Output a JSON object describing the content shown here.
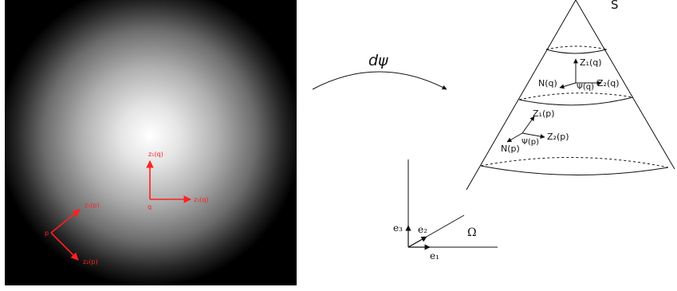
{
  "colors": {
    "frame_background": "#000000",
    "glow_center": "#ffffff",
    "frame_vectors": "#ff2020",
    "ink": "#111111"
  },
  "disk_frame": {
    "point_q_label": "q",
    "point_p_label": "p",
    "z1_q_label": "z₁(q)",
    "z2_q_label": "z₂(q)",
    "z1_p_label": "z₁(p)",
    "z2_p_label": "z₂(p)"
  },
  "map_label": "dψ",
  "cone": {
    "surface_label": "S",
    "upper_frame": {
      "z1": "Z₁(q)",
      "normal": "N(q)",
      "point": "Ψ(q)",
      "z2": "Z₂(q)"
    },
    "lower_frame": {
      "z1": "Z₁(p)",
      "normal": "N(p)",
      "point": "Ψ(p)",
      "z2": "Z₂(p)"
    }
  },
  "axes": {
    "e1_label": "e₁",
    "e2_label": "e₂",
    "e3_label": "e₃",
    "domain_label": "Ω"
  }
}
